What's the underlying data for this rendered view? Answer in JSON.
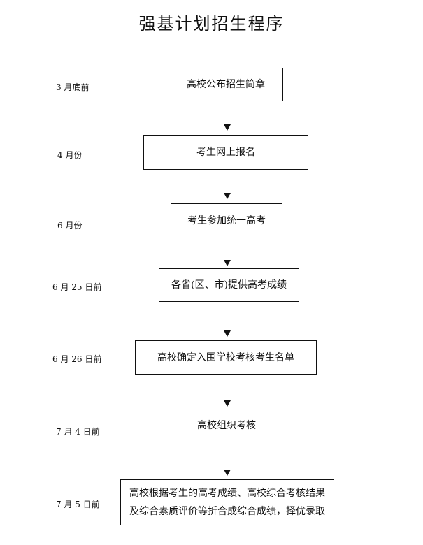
{
  "title": "强基计划招生程序",
  "steps": [
    {
      "date": "3 月底前",
      "text": "高校公布招生简章"
    },
    {
      "date": "4 月份",
      "text": "考生网上报名"
    },
    {
      "date": "6 月份",
      "text": "考生参加统一高考"
    },
    {
      "date": "6 月 25 日前",
      "text": "各省(区、市)提供高考成绩"
    },
    {
      "date": "6 月 26 日前",
      "text": "高校确定入围学校考核考生名单"
    },
    {
      "date": "7 月 4 日前",
      "text": "高校组织考核"
    },
    {
      "date": "7 月 5 日前",
      "text": "高校根据考生的高考成绩、高校综合考核结果及综合素质评价等折合成综合成绩，择优录取"
    }
  ]
}
